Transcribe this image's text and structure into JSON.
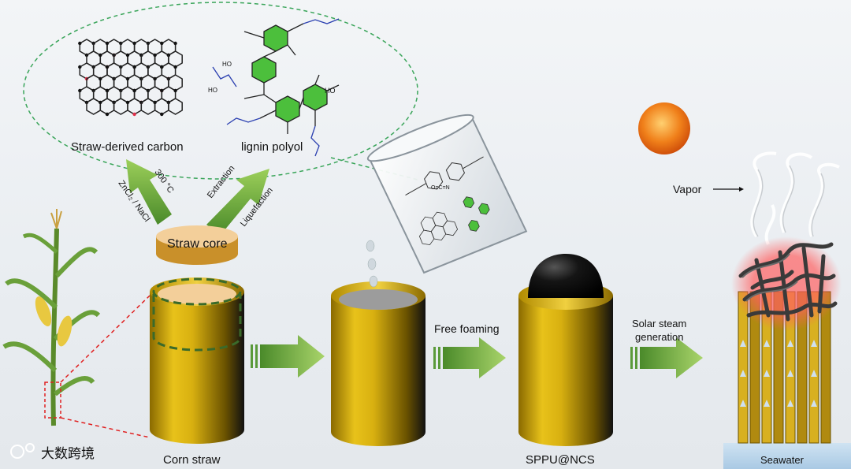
{
  "labels": {
    "straw_carbon": "Straw-derived carbon",
    "lignin_polyol": "lignin polyol",
    "temperature": "300 °C",
    "salts": "ZnCl₂ / NaCl",
    "extraction": "Extraction",
    "liquefaction": "Liquefaction",
    "straw_core": "Straw core",
    "corn_straw": "Corn straw",
    "free_foaming": "Free foaming",
    "sppu": "SPPU@NCS",
    "solar_line1": "Solar steam",
    "solar_line2": "generation",
    "vapor": "Vapor",
    "seawater": "Seawater",
    "watermark": "大数跨境"
  },
  "colors": {
    "straw_gold": "#c9a012",
    "arrow_green": "#7fbf3c",
    "dashed_green": "#3aa55a",
    "dashed_red": "#e02020",
    "sun": "#f08a20",
    "foam_black": "#111111"
  }
}
